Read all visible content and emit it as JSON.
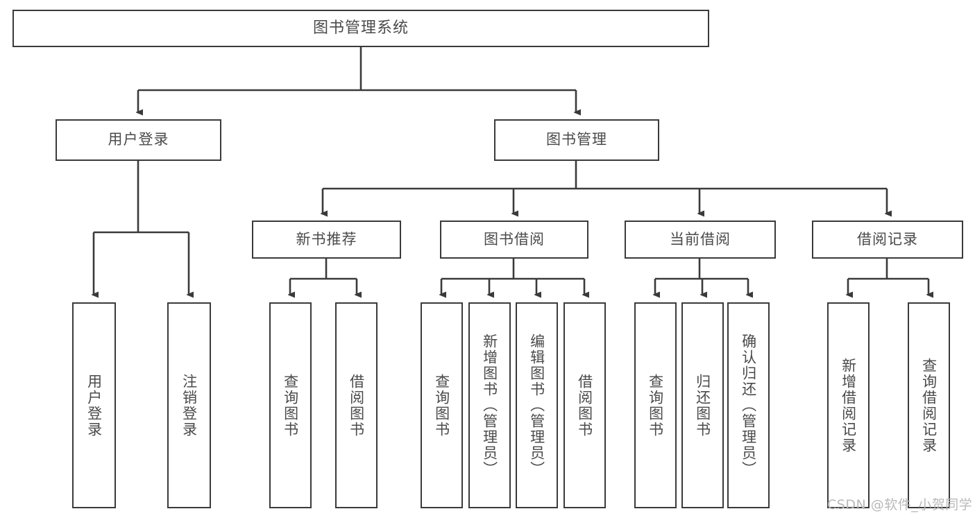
{
  "diagram": {
    "title": "图书管理系统",
    "type": "hierarchy-tree",
    "background_color": "#ffffff",
    "line_color": "#3a3a3a",
    "text_color": "#4a4a4a",
    "root": {
      "label": "图书管理系统"
    },
    "level2": [
      {
        "label": "用户登录"
      },
      {
        "label": "图书管理"
      }
    ],
    "level3": [
      {
        "label": "新书推荐"
      },
      {
        "label": "图书借阅"
      },
      {
        "label": "当前借阅"
      },
      {
        "label": "借阅记录"
      }
    ],
    "leaves": {
      "user_login": [
        {
          "label": "用户登录"
        },
        {
          "label": "注销登录"
        }
      ],
      "new_book_recommend": [
        {
          "label": "查询图书"
        },
        {
          "label": "借阅图书"
        }
      ],
      "book_borrow": [
        {
          "label": "查询图书"
        },
        {
          "label": "新增图书（管理员）"
        },
        {
          "label": "编辑图书（管理员）"
        },
        {
          "label": "借阅图书"
        }
      ],
      "current_borrow": [
        {
          "label": "查询图书"
        },
        {
          "label": "归还图书"
        },
        {
          "label": "确认归还（管理员）"
        }
      ],
      "borrow_record": [
        {
          "label": "新增借阅记录"
        },
        {
          "label": "查询借阅记录"
        }
      ]
    }
  },
  "watermark": {
    "text": "CSDN @软件_小贺同学"
  }
}
